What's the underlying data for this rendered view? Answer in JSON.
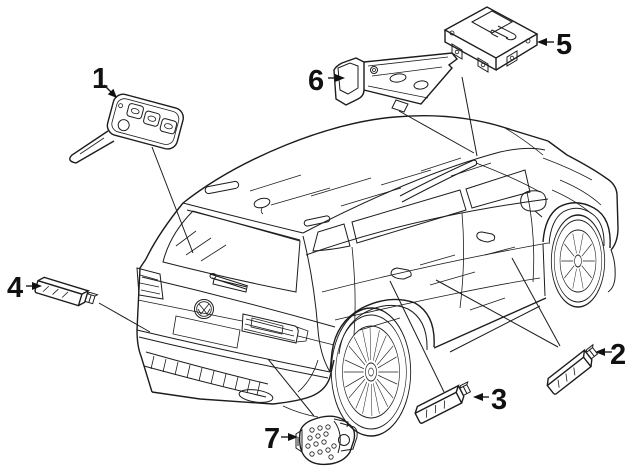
{
  "diagram": {
    "type": "exploded-parts-diagram",
    "background_color": "#ffffff",
    "line_color": "#1c1c1c",
    "vehicle_icon": "suv-rear-three-quarter-line-art",
    "badge_icon": "vw-logo"
  },
  "callouts": [
    {
      "number": "1",
      "target": "remote-key-fob"
    },
    {
      "number": "2",
      "target": "antenna-front-door"
    },
    {
      "number": "3",
      "target": "antenna-rear-quarter"
    },
    {
      "number": "4",
      "target": "antenna-rear-bumper"
    },
    {
      "number": "5",
      "target": "control-module"
    },
    {
      "number": "6",
      "target": "module-mounting-bracket"
    },
    {
      "number": "7",
      "target": "alarm-siren"
    }
  ]
}
